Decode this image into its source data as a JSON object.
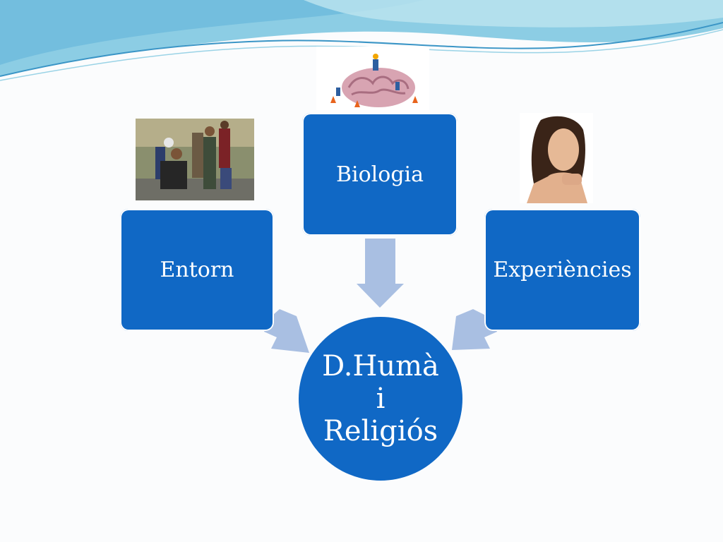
{
  "diagram": {
    "center": {
      "line1": "D.Humà",
      "line2": "i",
      "line3": "Religiós"
    },
    "nodes": [
      {
        "label": "Entorn",
        "image": "group-of-teenagers-photo"
      },
      {
        "label": "Biologia",
        "image": "brain-with-workers-photo"
      },
      {
        "label": "Experiències",
        "image": "pensive-girl-photo"
      }
    ]
  },
  "colors": {
    "node_fill": "#1068c5",
    "arrow_fill": "#a9bfe2",
    "wave_top": "#7cc6e0",
    "background": "#fbfcfd"
  }
}
